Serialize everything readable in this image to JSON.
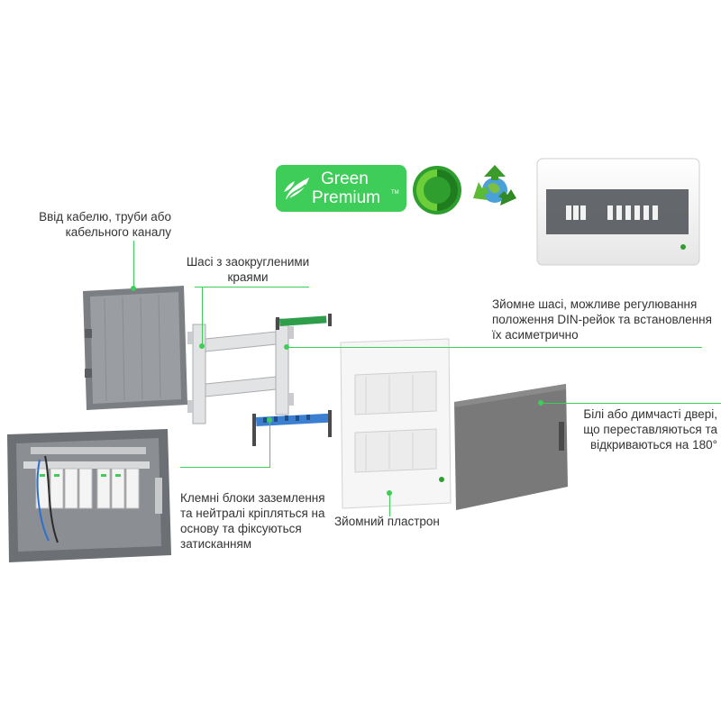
{
  "badge": {
    "line1": "Green",
    "line2": "Premium",
    "tm": "TM"
  },
  "callouts": {
    "cable_entry": [
      "Ввід кабелю, труби або",
      "кабельного каналу"
    ],
    "chassis_rounded": [
      "Шасі з заокругленими",
      "краями"
    ],
    "removable_chassis": [
      "Зйомне шасі, можливе регулювання",
      "положення DIN-рейок та встановлення",
      "їх асиметрично"
    ],
    "doors": [
      "Білі або димчасті двері,",
      "що переставляються та",
      "відкриваються на 180°"
    ],
    "terminal_blocks": [
      "Клемні блоки заземлення",
      "та нейтралі кріпляться на",
      "основу та фіксуються",
      "затисканням"
    ],
    "faceplate": [
      "Зйомний пластрон"
    ]
  },
  "colors": {
    "accent": "#3dcd58",
    "enclosure_grey": "#7b7e82",
    "smoked_door": "#6e6e6e"
  }
}
